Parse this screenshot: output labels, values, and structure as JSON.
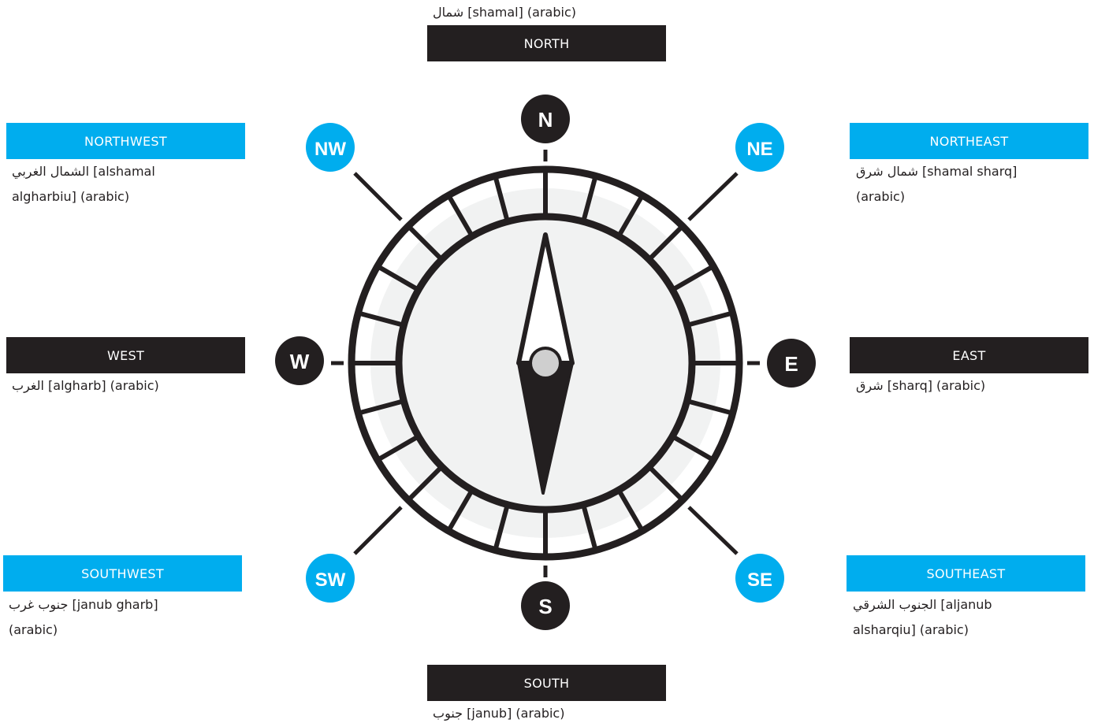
{
  "colors": {
    "dark": "#231f20",
    "blue": "#00adee",
    "dial": "#f1f2f2",
    "pivot": "#cfcfcf"
  },
  "compass": {
    "badges": {
      "N": "N",
      "NE": "NE",
      "E": "E",
      "SE": "SE",
      "S": "S",
      "SW": "SW",
      "W": "W",
      "NW": "NW"
    }
  },
  "directions": {
    "north": {
      "label": "NORTH",
      "arabic": "شمال",
      "rest": " [shamal] (arabic)"
    },
    "northeast": {
      "label": "NORTHEAST",
      "arabic": "شمال شرق",
      "rest": " [shamal sharq] (arabic)"
    },
    "east": {
      "label": "EAST",
      "arabic": "شرق",
      "rest": " [sharq] (arabic)"
    },
    "southeast": {
      "label": "SOUTHEAST",
      "arabic": "الجنوب الشرقي",
      "rest": " [aljanub alsharqiu] (arabic)"
    },
    "south": {
      "label": "SOUTH",
      "arabic": "جنوب",
      "rest": " [janub] (arabic)"
    },
    "southwest": {
      "label": "SOUTHWEST",
      "arabic": "جنوب غرب",
      "rest": " [janub gharb] (arabic)"
    },
    "west": {
      "label": "WEST",
      "arabic": "الغرب",
      "rest": " [algharb] (arabic)"
    },
    "northwest": {
      "label": "NORTHWEST",
      "arabic": "الشمال الغربي",
      "rest": " [alshamal algharbiu] (arabic)"
    }
  }
}
